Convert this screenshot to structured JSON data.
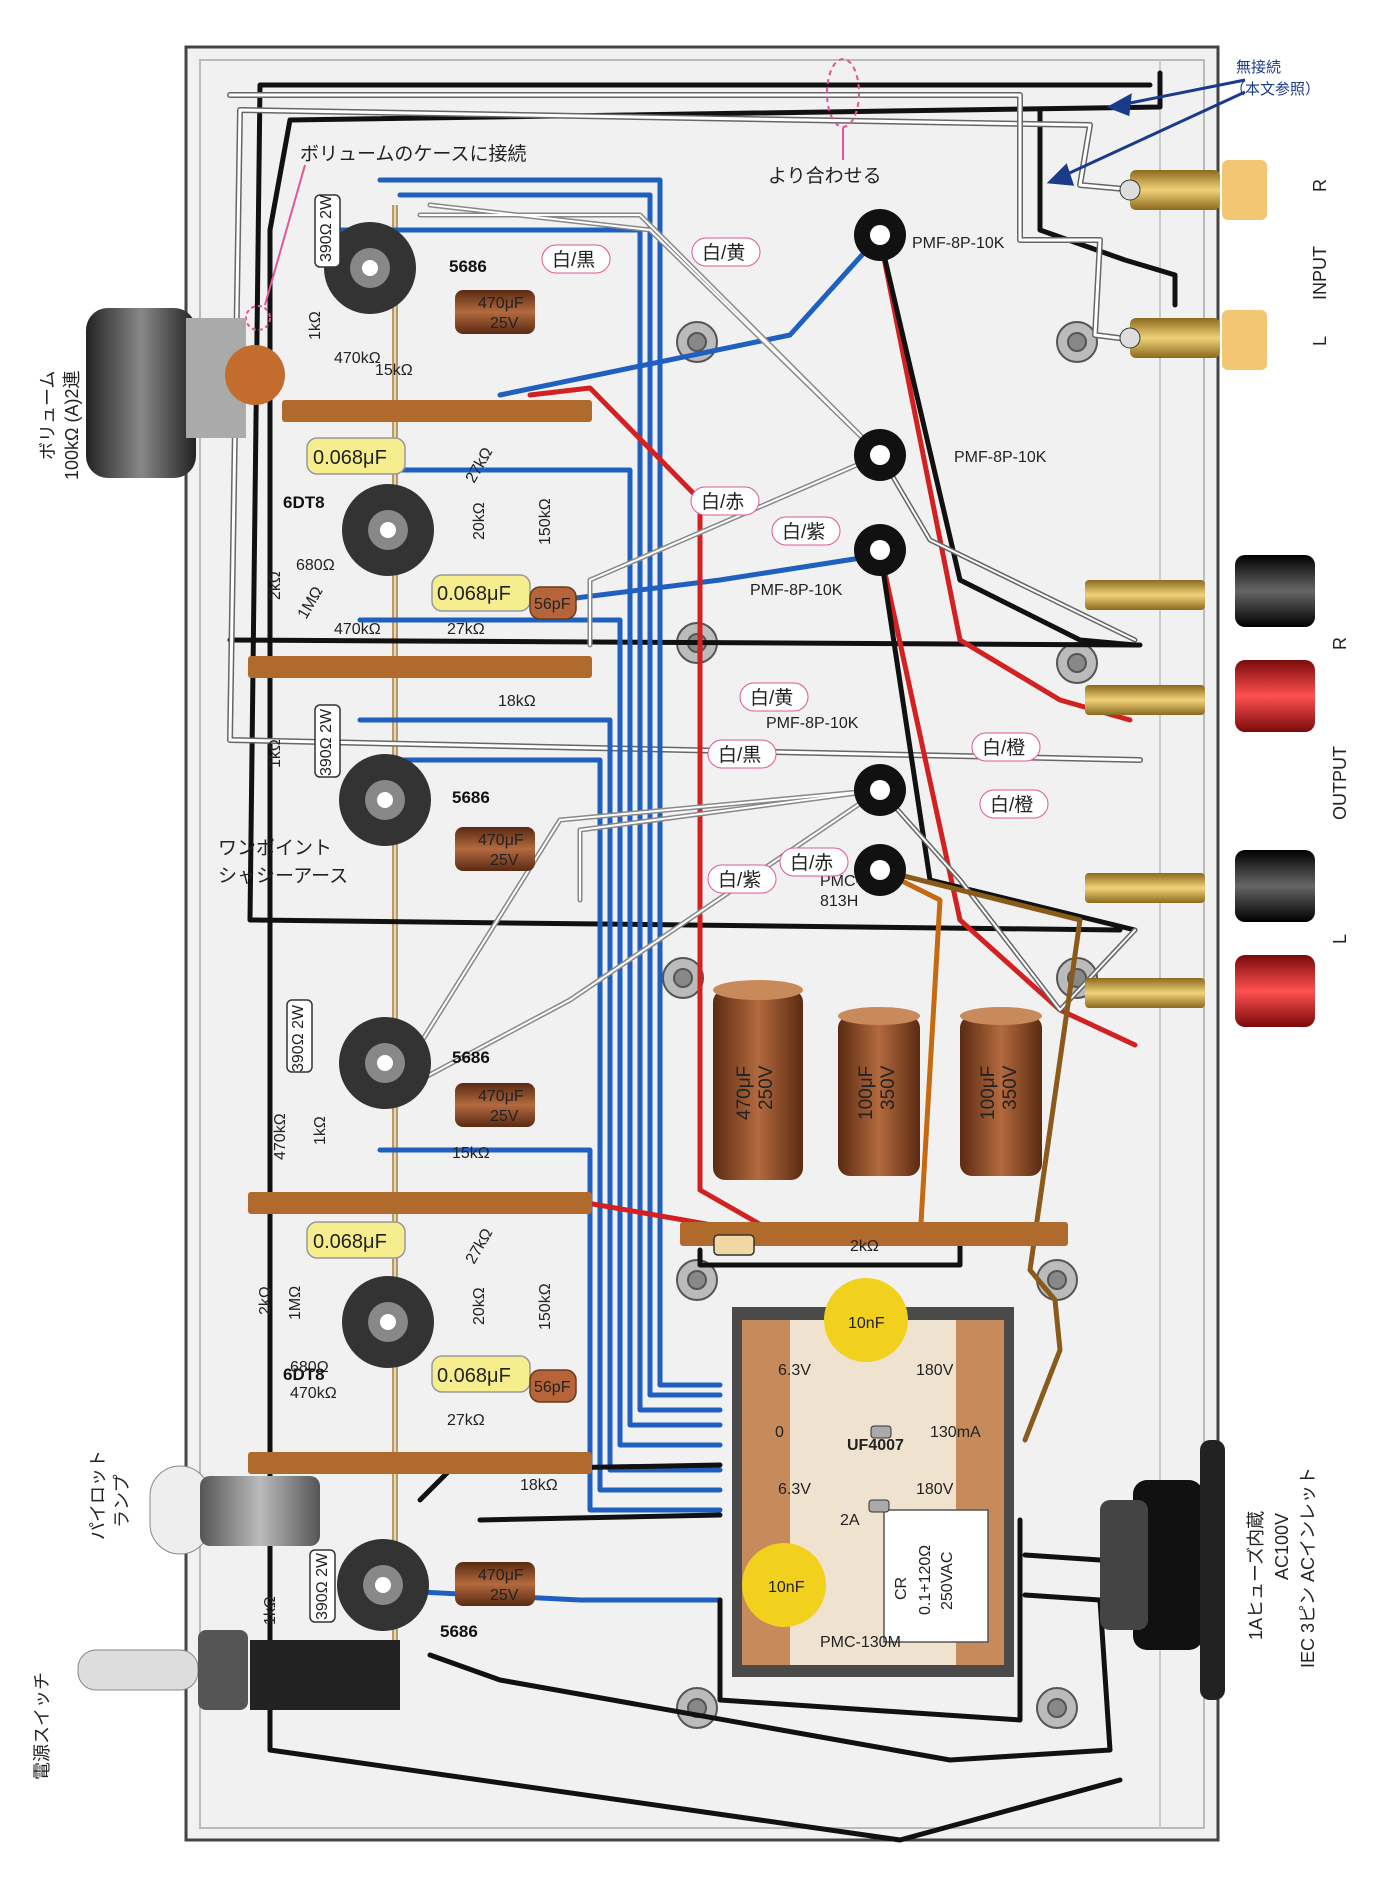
{
  "labels": {
    "volume_case_connect": "ボリュームのケースに接続",
    "twist": "より合わせる",
    "no_connect_1": "無接続",
    "no_connect_2": "（本文参照）",
    "input": "INPUT",
    "input_r": "R",
    "input_l": "L",
    "output": "OUTPUT",
    "output_r": "R",
    "output_l": "L",
    "volume_1": "ボリューム",
    "volume_2": "100kΩ (A)2連",
    "pilot_1": "パイロット",
    "pilot_2": "ランプ",
    "power_switch": "電源スイッチ",
    "inlet_1": "1Aヒューズ内蔵",
    "inlet_2": "AC100V",
    "inlet_3": "IEC 3ピン ACインレット",
    "one_point_1": "ワンポイント",
    "one_point_2": "シャシーアース"
  },
  "transformers": {
    "pmf_1": "PMF-8P-10K",
    "pmf_2": "PMF-8P-10K",
    "pmf_3": "PMF-8P-10K",
    "pmf_4": "PMF-8P-10K",
    "pmc_813h_1": "PMC-",
    "pmc_813h_2": "813H",
    "power": "PMC-130M"
  },
  "wire_tags": {
    "t1": "白/黒",
    "t2": "白/黄",
    "t3": "白/赤",
    "t4": "白/紫",
    "t5": "白/黄",
    "t6": "白/黒",
    "t7": "白/橙",
    "t8": "白/橙",
    "t9": "白/紫",
    "t10": "白/赤"
  },
  "tubes": {
    "v1": "5686",
    "v2": "6DT8",
    "v3": "5686",
    "v4": "5686",
    "v5": "6DT8",
    "v6": "5686"
  },
  "resistors": {
    "r390_1": "390Ω 2W",
    "r1k_1": "1kΩ",
    "r470k_1": "470kΩ",
    "r15k_1": "15kΩ",
    "r27k_1": "27kΩ",
    "r20k_1": "20kΩ",
    "r150k_1": "150kΩ",
    "r2k_1": "2kΩ",
    "r680_1": "680Ω",
    "r1m_1": "1MΩ",
    "r470k_2": "470kΩ",
    "r27k_2": "27kΩ",
    "r18k_1": "18kΩ",
    "r1k_2": "1kΩ",
    "r390_2": "390Ω 2W",
    "r390_3": "390Ω 2W",
    "r1k_3": "1kΩ",
    "r470k_3": "470kΩ",
    "r15k_2": "15kΩ",
    "r2k_2": "2kΩ",
    "r1m_2": "1MΩ",
    "r27k_3": "27kΩ",
    "r20k_2": "20kΩ",
    "r150k_2": "150kΩ",
    "r680_2": "680Ω",
    "r470k_4": "470kΩ",
    "r27k_4": "27kΩ",
    "r18k_2": "18kΩ",
    "r1k_4": "1kΩ",
    "r390_4": "390Ω 2W",
    "r2k_pwr": "2kΩ"
  },
  "capacitors": {
    "c470u_1": "470μF",
    "c25v": "25V",
    "c068_1": "0.068μF",
    "c068_2": "0.068μF",
    "c56p_1": "56pF",
    "c068_3": "0.068μF",
    "c068_4": "0.068μF",
    "c56p_2": "56pF",
    "big_1_val": "470μF",
    "big_1_v": "250V",
    "big_2_val": "100μF",
    "big_2_v": "350V",
    "big_3_val": "100μF",
    "big_3_v": "350V",
    "cer_1": "10nF",
    "cer_2": "10nF"
  },
  "power": {
    "v63_1": "6.3V",
    "v180_1": "180V",
    "zero": "0",
    "ma130": "130mA",
    "v63_2": "6.3V",
    "v180_2": "180V",
    "amp2": "2A",
    "d1": "UF4007",
    "cr_1": "CR",
    "cr_2": "0.1+120Ω",
    "cr_3": "250VAC"
  }
}
